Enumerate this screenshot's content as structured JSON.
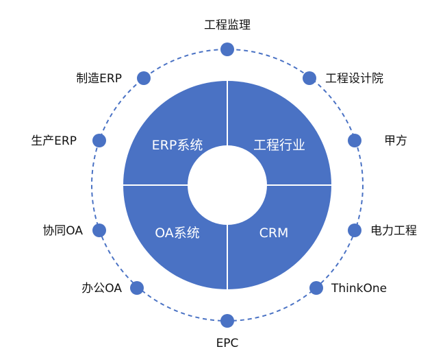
{
  "colors": {
    "ring": "#4a72c4",
    "divider": "#ffffff",
    "center": "#ffffff",
    "node_dot": "#4a72c4",
    "orbit": "#4a72c4",
    "quadrant_text": "#ffffff",
    "node_text": "#111111"
  },
  "quadrants": {
    "top_left": "ERP系统",
    "top_right": "工程行业",
    "bottom_left": "OA系统",
    "bottom_right": "CRM"
  },
  "nodes": {
    "top": "工程监理",
    "top_right": "工程设计院",
    "right_upper": "甲方",
    "right_lower": "电力工程",
    "bottom_right": "ThinkOne",
    "bottom": "EPC",
    "bottom_left": "办公OA",
    "left_lower": "协同OA",
    "left_upper": "生产ERP",
    "top_left": "制造ERP"
  }
}
